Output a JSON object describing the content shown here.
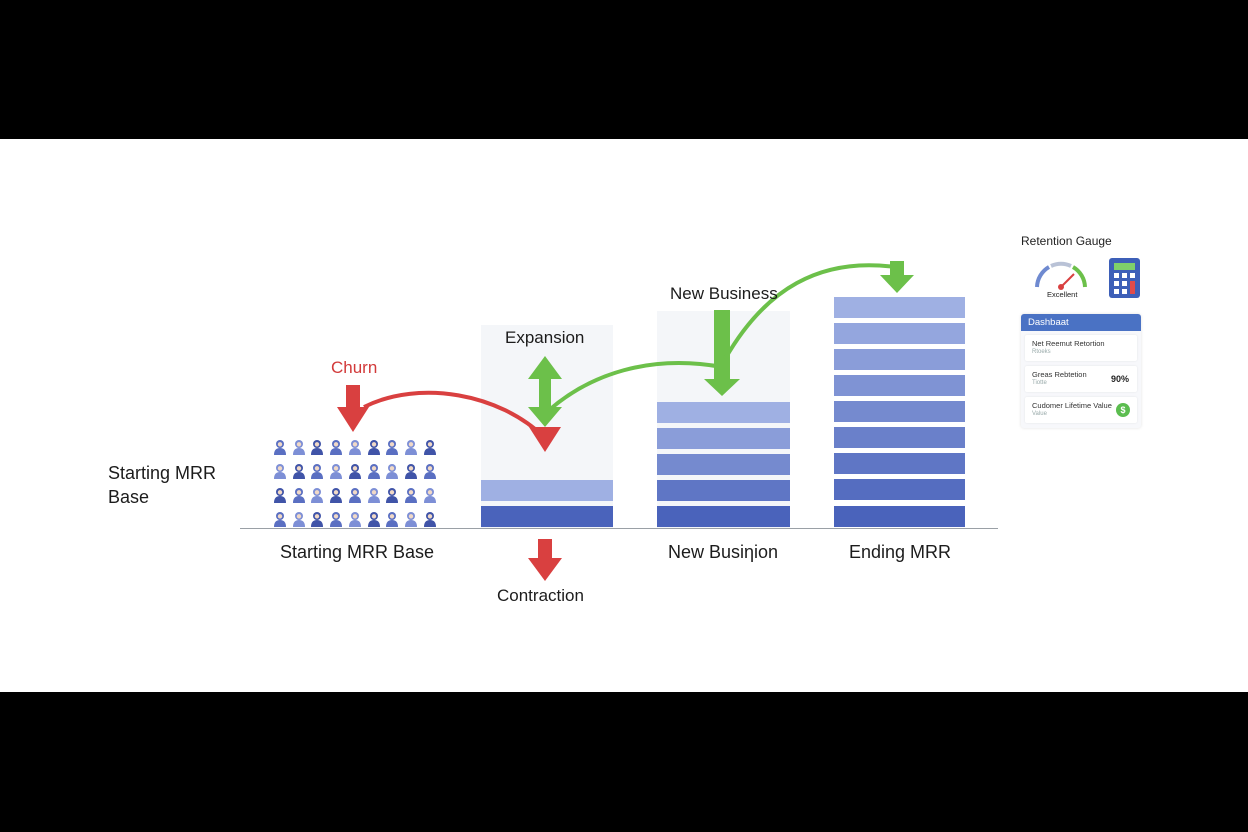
{
  "diagram": {
    "side_label": "Starting MRR\nBase",
    "categories": {
      "start": "Starting MRR Base",
      "new": "New Busiηion",
      "end": "Ending MRR"
    },
    "flows": {
      "churn": "Churn",
      "expansion": "Expansion",
      "new_business": "New Business",
      "contraction": "Contraction"
    },
    "colors": {
      "bar_light": "#9fb0e3",
      "bar_dark": "#4a63bb",
      "negative": "#d94040",
      "positive": "#6cc04a",
      "person": "#5a6fc2"
    }
  },
  "side_panel": {
    "gauge_title": "Retention Gauge",
    "gauge_label": "Excellent",
    "gauge_icon": "speedometer-icon",
    "calc_icon": "calculator-icon",
    "dashboard": {
      "header": "Dashbaat",
      "cards": [
        {
          "title": "Net Reemut Retortion",
          "sub": "Rtoeks",
          "value": ""
        },
        {
          "title": "Greas Rebtetion",
          "sub": "Tiotte",
          "value": "90%"
        },
        {
          "title": "Cudomer Lifetime Value",
          "sub": "Value",
          "value": ""
        }
      ],
      "coin_icon": "dollar-icon",
      "coin_glyph": "$"
    }
  }
}
